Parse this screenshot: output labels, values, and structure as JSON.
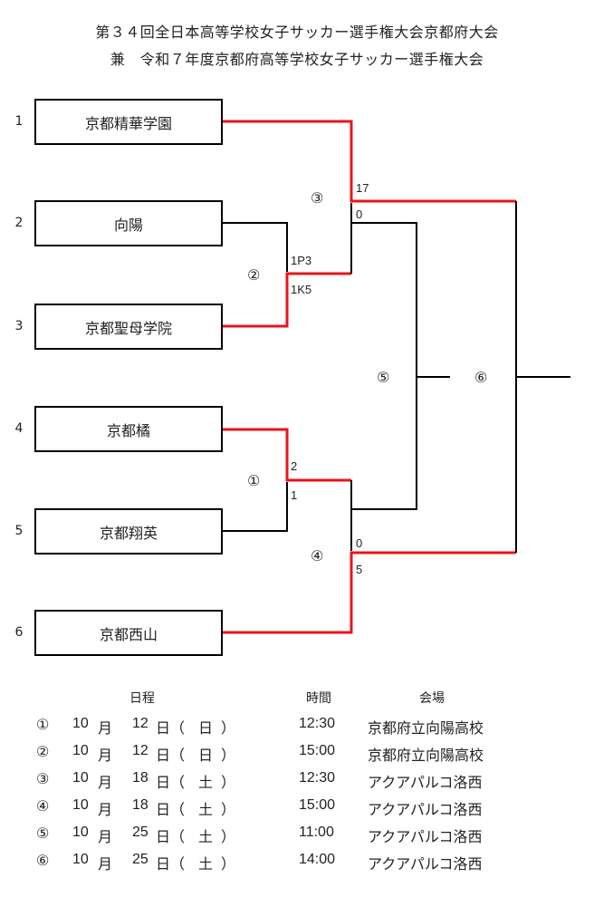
{
  "title": {
    "line1": "第３４回全日本高等学校女子サッカー選手権大会京都府大会",
    "line2": "兼　令和７年度京都府高等学校女子サッカー選手権大会"
  },
  "teams": [
    {
      "seed": "1",
      "name": "京都精華学園"
    },
    {
      "seed": "2",
      "name": "向陽"
    },
    {
      "seed": "3",
      "name": "京都聖母学院"
    },
    {
      "seed": "4",
      "name": "京都橘"
    },
    {
      "seed": "5",
      "name": "京都翔英"
    },
    {
      "seed": "6",
      "name": "京都西山"
    }
  ],
  "matches": {
    "m1": {
      "label": "①",
      "score_top": "2",
      "score_bottom": "1"
    },
    "m2": {
      "label": "②",
      "score_top": "1P3",
      "score_bottom": "1K5"
    },
    "m3": {
      "label": "③",
      "score_top": "17",
      "score_bottom": "0"
    },
    "m4": {
      "label": "④",
      "score_top": "0",
      "score_bottom": "5"
    },
    "m5": {
      "label": "⑤"
    },
    "m6": {
      "label": "⑥"
    }
  },
  "colors": {
    "winner_line": "#e8141b",
    "line": "#000000"
  },
  "schedule": {
    "headers": {
      "date": "日程",
      "time": "時間",
      "venue": "会場"
    },
    "rows": [
      {
        "match": "①",
        "month": "10",
        "month_unit": "月",
        "day": "12",
        "day_unit": "日（",
        "weekday": "日",
        "close": "）",
        "time": "12:30",
        "venue": "京都府立向陽高校"
      },
      {
        "match": "②",
        "month": "10",
        "month_unit": "月",
        "day": "12",
        "day_unit": "日（",
        "weekday": "日",
        "close": "）",
        "time": "15:00",
        "venue": "京都府立向陽高校"
      },
      {
        "match": "③",
        "month": "10",
        "month_unit": "月",
        "day": "18",
        "day_unit": "日（",
        "weekday": "土",
        "close": "）",
        "time": "12:30",
        "venue": "アクアパルコ洛西"
      },
      {
        "match": "④",
        "month": "10",
        "month_unit": "月",
        "day": "18",
        "day_unit": "日（",
        "weekday": "土",
        "close": "）",
        "time": "15:00",
        "venue": "アクアパルコ洛西"
      },
      {
        "match": "⑤",
        "month": "10",
        "month_unit": "月",
        "day": "25",
        "day_unit": "日（",
        "weekday": "土",
        "close": "）",
        "time": "11:00",
        "venue": "アクアパルコ洛西"
      },
      {
        "match": "⑥",
        "month": "10",
        "month_unit": "月",
        "day": "25",
        "day_unit": "日（",
        "weekday": "土",
        "close": "）",
        "time": "14:00",
        "venue": "アクアパルコ洛西"
      }
    ]
  }
}
